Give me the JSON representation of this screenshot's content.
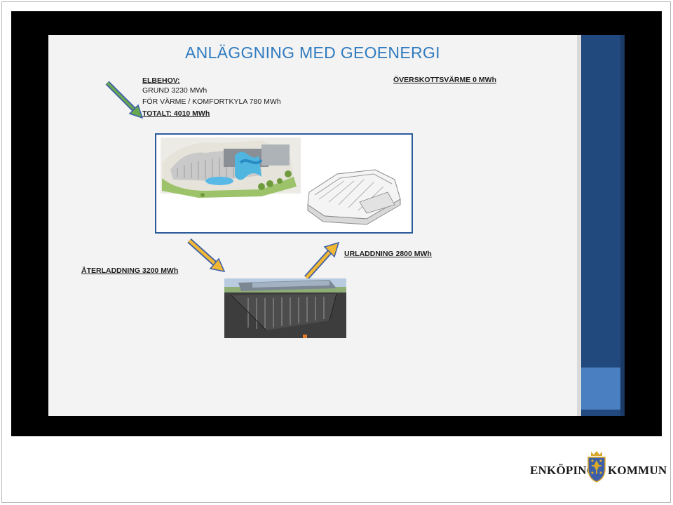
{
  "slide": {
    "title": "ANLÄGGNING MED GEOENERGI",
    "elbehov": {
      "heading": "ELBEHOV:",
      "line1": "GRUND 3230 MWh",
      "line2": "FÖR VÄRME / KOMFORTKYLA 780 MWh",
      "total": "TOTALT: 4010 MWh"
    },
    "overskott": "ÖVERSKOTTSVÄRME 0 MWh",
    "aterladdning": "ÅTERLADDNING 3200 MWh",
    "urladdning": "URLADDNING 2800 MWh"
  },
  "logo": {
    "left_word": "ENKÖPINGS",
    "right_word": "KOMMUN",
    "emblem": "coat-of-arms-icon"
  },
  "colors": {
    "title": "#2f7bc0",
    "panel": "#22497e",
    "panel_accent": "#4a7fc1",
    "arrow_fill": "#f2b733",
    "arrow_outline": "#3b5fa8",
    "arrow_green": "#6aa84f"
  },
  "icons": [
    "arrow-icon",
    "building-illustration",
    "borehole-illustration",
    "coat-of-arms-icon"
  ]
}
